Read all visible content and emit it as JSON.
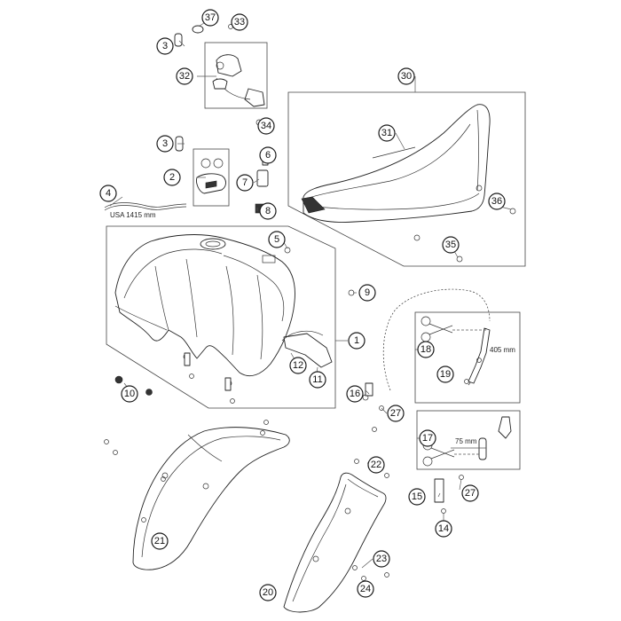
{
  "callouts": {
    "c1": "1",
    "c2": "2",
    "c3a": "3",
    "c3b": "3",
    "c4": "4",
    "c5": "5",
    "c6": "6",
    "c7": "7",
    "c8": "8",
    "c9": "9",
    "c10": "10",
    "c11": "11",
    "c12": "12",
    "c14": "14",
    "c15": "15",
    "c16": "16",
    "c17": "17",
    "c18": "18",
    "c19": "19",
    "c20": "20",
    "c21": "21",
    "c22": "22",
    "c23": "23",
    "c24": "24",
    "c27a": "27",
    "c27b": "27",
    "c30": "30",
    "c31": "31",
    "c32": "32",
    "c33": "33",
    "c34": "34",
    "c35": "35",
    "c36": "36",
    "c37": "37"
  },
  "labels": {
    "hose_length": "USA 1415 mm",
    "cut_length_top": "405 mm",
    "cut_length_bottom": "75 mm"
  }
}
